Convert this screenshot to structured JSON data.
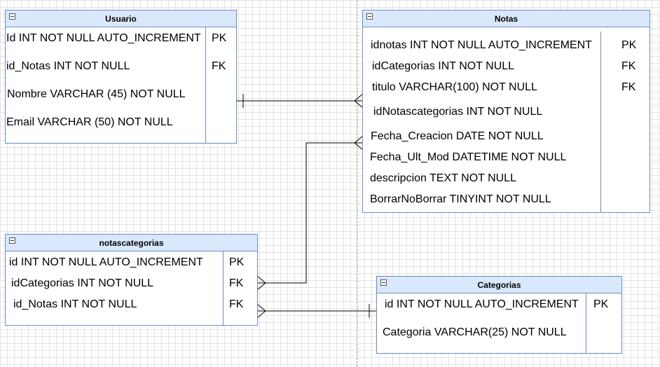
{
  "entities": {
    "usuario": {
      "title": "Usuario",
      "fields": [
        {
          "text": "Id INT NOT NULL AUTO_INCREMENT",
          "key": "PK"
        },
        {
          "text": "id_Notas INT NOT NULL",
          "key": "FK"
        },
        {
          "text": "Nombre VARCHAR (45) NOT NULL",
          "key": ""
        },
        {
          "text": "Email VARCHAR (50) NOT NULL",
          "key": ""
        }
      ]
    },
    "notas": {
      "title": "Notas",
      "fields": [
        {
          "text": "idnotas INT NOT NULL AUTO_INCREMENT",
          "key": "PK"
        },
        {
          "text": "idCategorias INT NOT NULL",
          "key": "FK"
        },
        {
          "text": "titulo VARCHAR(100) NOT NULL",
          "key": "FK"
        },
        {
          "text": "idNotascategorias INT NOT NULL",
          "key": ""
        },
        {
          "text": "Fecha_Creacion DATE NOT NULL",
          "key": ""
        },
        {
          "text": "Fecha_Ult_Mod DATETIME NOT NULL",
          "key": ""
        },
        {
          "text": "descripcion TEXT NOT NULL",
          "key": ""
        },
        {
          "text": "BorrarNoBorrar TINYINT NOT NULL",
          "key": ""
        }
      ]
    },
    "notascategorias": {
      "title": "notascategorias",
      "fields": [
        {
          "text": "id INT NOT NULL AUTO_INCREMENT",
          "key": "PK"
        },
        {
          "text": "idCategorias INT NOT NULL",
          "key": "FK"
        },
        {
          "text": "id_Notas INT NOT NULL",
          "key": "FK"
        }
      ]
    },
    "categorias": {
      "title": "Categorias",
      "fields": [
        {
          "text": "id INT NOT NULL AUTO_INCREMENT",
          "key": "PK"
        },
        {
          "text": "Categoria VARCHAR(25) NOT NULL",
          "key": ""
        }
      ]
    }
  },
  "colors": {
    "header_fill": "#dae8fc",
    "border": "#6c8ebf",
    "connector": "#000000",
    "grid": "#e3e3e3"
  }
}
